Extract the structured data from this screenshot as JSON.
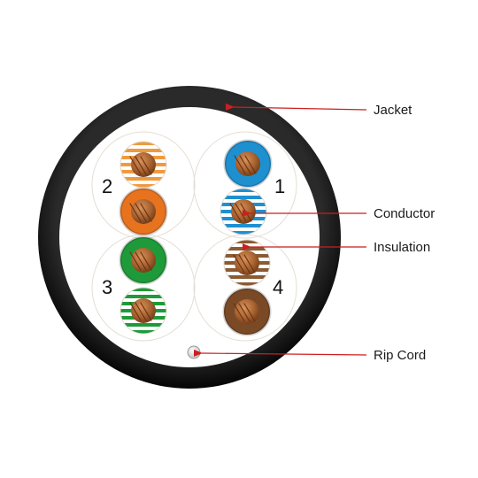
{
  "labels": {
    "jacket": "Jacket",
    "conductor": "Conductor",
    "insulation": "Insulation",
    "rip_cord": "Rip Cord"
  },
  "pairs": [
    {
      "number": "1",
      "solid_color": "#1e90d0",
      "striped_color": "#1e90d0",
      "name": "blue"
    },
    {
      "number": "2",
      "solid_color": "#e8731e",
      "striped_color": "#f09a3e",
      "name": "orange"
    },
    {
      "number": "3",
      "solid_color": "#1f9a3a",
      "striped_color": "#1f9a3a",
      "name": "green"
    },
    {
      "number": "4",
      "solid_color": "#7a4a26",
      "striped_color": "#8a5a34",
      "name": "brown"
    }
  ],
  "colors": {
    "jacket": "#111111",
    "callout_line": "#cc1f1f",
    "copper": "#b06a3c",
    "pair_outline": "#e4ddd3"
  }
}
